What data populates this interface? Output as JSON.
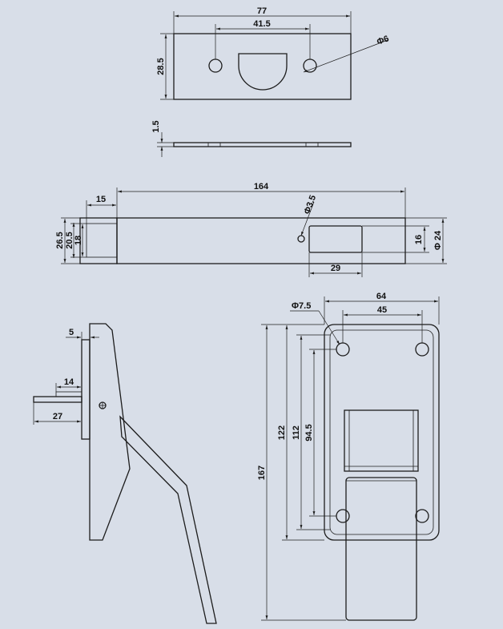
{
  "colors": {
    "background": "#d8dee8",
    "line": "#1c1c1c"
  },
  "dimensions": {
    "top_plate_width": "77",
    "top_plate_hole_spacing": "41.5",
    "top_plate_height": "28.5",
    "top_plate_hole_dia": "Φ6",
    "plate_thickness": "1.5",
    "strike_length": "164",
    "strike_tab_width": "15",
    "strike_height_outer": "26.5",
    "strike_height_mid": "20.5",
    "strike_height_inner": "18",
    "strike_hole_dia": "Φ3.5",
    "strike_slot_width": "29",
    "strike_slot_height": "16",
    "strike_end_dia": "Φ 24",
    "side_thickness": "5",
    "side_pin_length": "14",
    "side_depth": "27",
    "base_width": "64",
    "base_hole_spacing_x": "45",
    "base_hole_dia": "Φ7.5",
    "overall_length": "167",
    "base_length": "122",
    "base_inner_length": "112",
    "base_hole_spacing_y": "94.5"
  }
}
